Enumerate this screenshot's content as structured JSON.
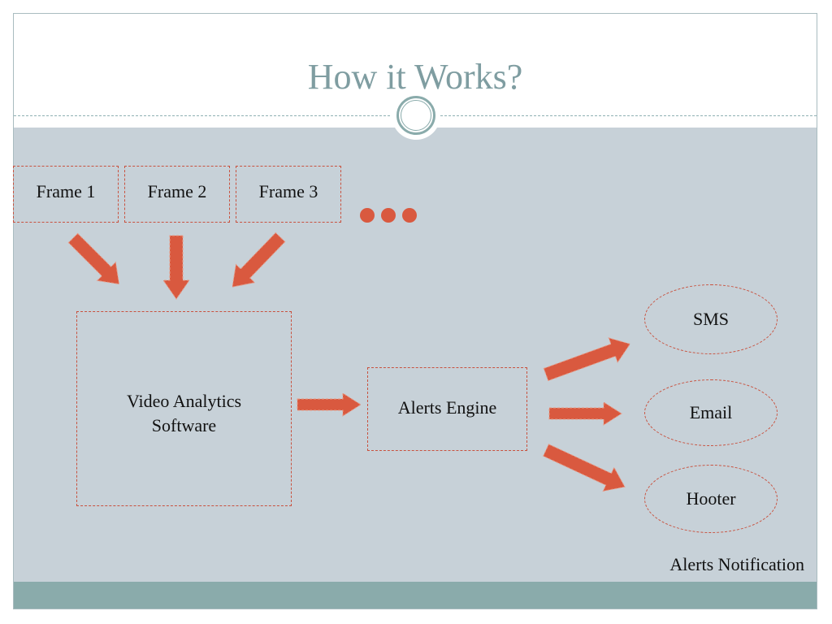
{
  "slide": {
    "title": "How it Works?"
  },
  "frames": [
    {
      "label": "Frame 1"
    },
    {
      "label": "Frame 2"
    },
    {
      "label": "Frame 3"
    }
  ],
  "nodes": {
    "software_line1": "Video Analytics",
    "software_line2": "Software",
    "engine": "Alerts Engine",
    "sms": "SMS",
    "email": "Email",
    "hooter": "Hooter"
  },
  "caption": "Alerts Notification",
  "colors": {
    "accent": "#d9593f",
    "title": "#7f9da1",
    "content_background": "#c7d1d8",
    "footer_band": "#8aabab"
  }
}
